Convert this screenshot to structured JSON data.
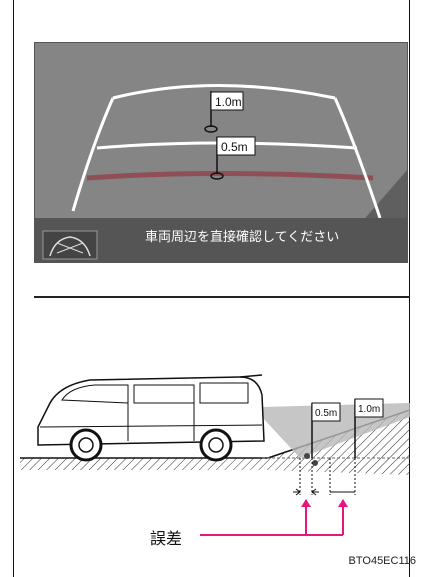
{
  "camera_view": {
    "flag_far": "1.0m",
    "flag_near": "0.5m",
    "message": "車両周辺を直接確認してください"
  },
  "side_view": {
    "flag_near": "0.5m",
    "flag_far": "1.0m",
    "error_label": "誤差"
  },
  "image_code": "BTO45EC116",
  "colors": {
    "screen_bg": "#838383",
    "message_bar": "#555555",
    "guide_lines": "#ffffff",
    "red_line": "#8f4f55",
    "error_arrow": "#e5167e"
  }
}
